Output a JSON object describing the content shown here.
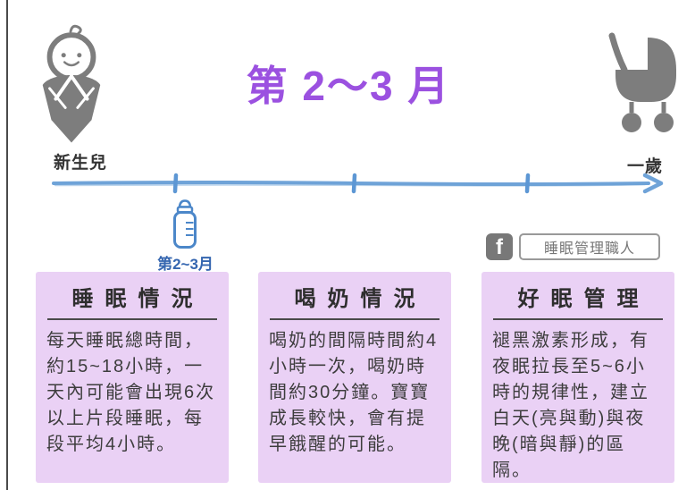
{
  "page": {
    "title": "第 2～3 月"
  },
  "timeline": {
    "start_label": "新生兒",
    "end_label": "一歲",
    "milestone_label": "第2~3月"
  },
  "social": {
    "facebook_f": "f",
    "page_name": "睡眠管理職人"
  },
  "cards": [
    {
      "header": "睡眠情況",
      "body": "每天睡眠總時間，約15~18小時，一天內可能會出現6次以上片段睡眠，每段平均4小時。"
    },
    {
      "header": "喝奶情況",
      "body": "喝奶的間隔時間約4小時一次，喝奶時間約30分鐘。寶寶成長較快，會有提早餓醒的可能。"
    },
    {
      "header": "好眠管理",
      "body": "褪黑激素形成，有夜眠拉長至5~6小時的規律性，建立白天(亮與動)與夜晚(暗與靜)的區隔。"
    }
  ],
  "icons": {
    "baby": "swaddled-baby-icon",
    "stroller": "stroller-icon",
    "bottle": "baby-bottle-icon",
    "facebook": "facebook-icon",
    "timeline": "timeline-arrow"
  },
  "colors": {
    "title_purple": "#9b51e0",
    "timeline_blue": "#6fa3d8",
    "card_background": "#ead1f5",
    "bottle_blue": "#4c87c9",
    "milestone_blue": "#3566b0",
    "icon_gray": "#7d7d7d",
    "text_dark": "#3d3d3d"
  }
}
